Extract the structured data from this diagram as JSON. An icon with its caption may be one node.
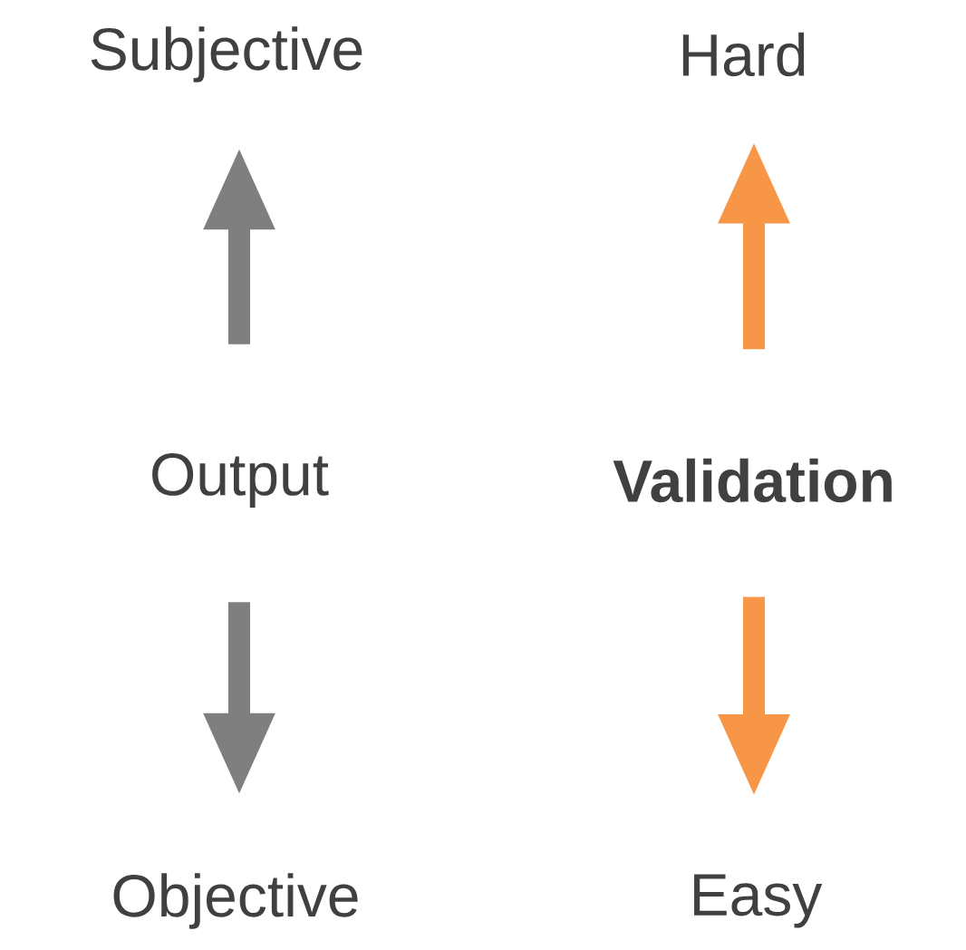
{
  "diagram": {
    "nodes": [
      {
        "text": [
          "Subjective"
        ]
      },
      {
        "text": [
          "Hard"
        ]
      },
      {
        "text": [
          "Output"
        ]
      },
      {
        "text": [
          "Validation"
        ]
      },
      {
        "text": [
          "Objective"
        ]
      },
      {
        "text": [
          "Easy"
        ]
      }
    ],
    "edges": [
      {
        "from": 2,
        "to": 0,
        "arrow": "to",
        "color": "#7f7f7f"
      },
      {
        "from": 3,
        "to": 1,
        "arrow": "to",
        "color": "#f79646"
      },
      {
        "from": 2,
        "to": 4,
        "arrow": "to",
        "color": "#7f7f7f"
      },
      {
        "from": 3,
        "to": 5,
        "arrow": "to",
        "color": "#f79646"
      }
    ]
  }
}
